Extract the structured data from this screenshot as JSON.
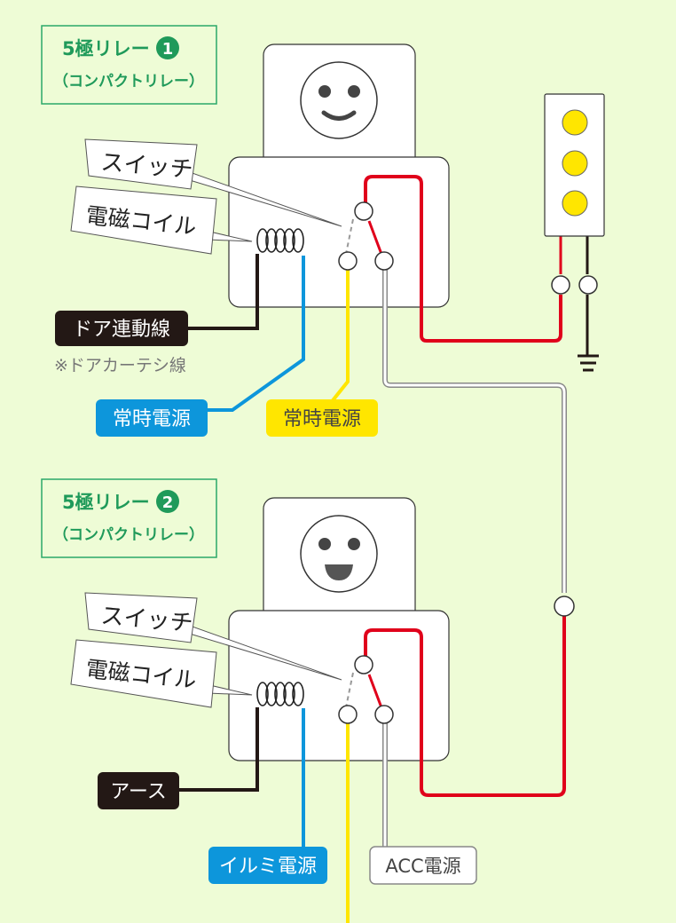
{
  "relay1": {
    "title_text": "5極リレー",
    "number": "1",
    "subtitle": "（コンパクトリレー）",
    "switch_label": "スイッチ",
    "coil_label": "電磁コイル",
    "coil_wire_label": "ドア連動線",
    "coil_wire_note": "※ドアカーテシ線",
    "coil_power_label": "常時電源",
    "common_power_label": "常時電源"
  },
  "relay2": {
    "title_text": "5極リレー",
    "number": "2",
    "subtitle": "（コンパクトリレー）",
    "switch_label": "スイッチ",
    "coil_label": "電磁コイル",
    "coil_ground_label": "アース",
    "coil_power_label": "イルミ電源",
    "acc_power_label": "ACC電源"
  },
  "colors": {
    "background": "#eefcd6",
    "title_green": "#1f9a5a",
    "wire_red": "#e0001b",
    "wire_blue": "#0d96db",
    "wire_yellow": "#ffe600",
    "wire_black": "#231815",
    "wire_white": "#ffffff",
    "led_yellow": "#ffe600"
  }
}
